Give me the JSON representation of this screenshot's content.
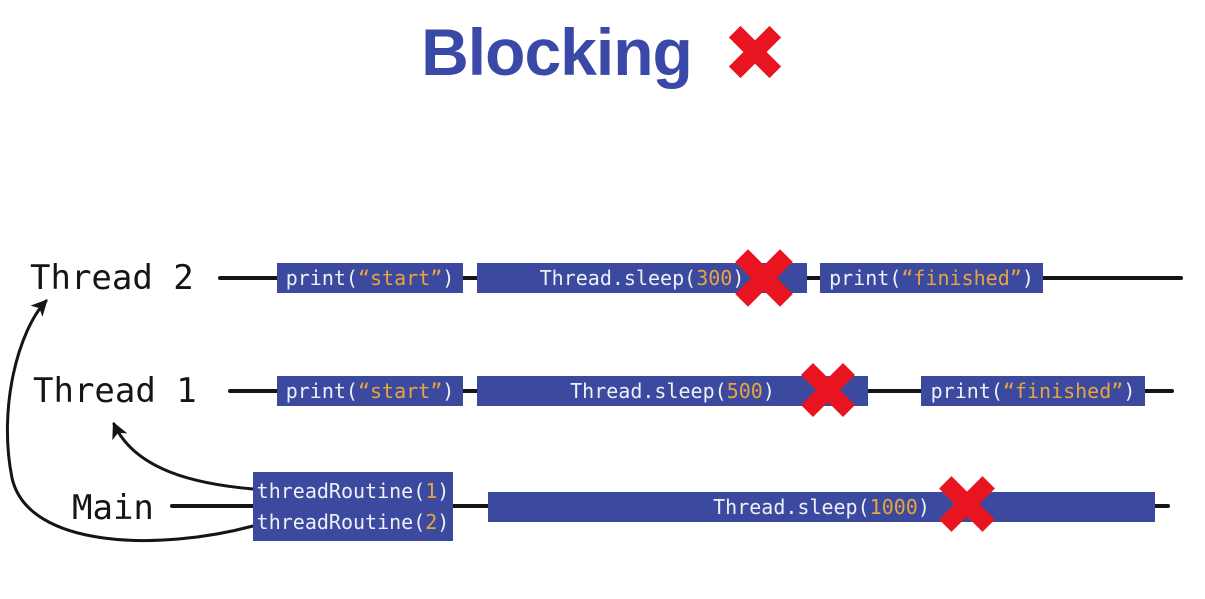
{
  "title": {
    "text": "Blocking",
    "icon": "cross-mark"
  },
  "colors": {
    "indigo": "#3a49a8",
    "box-blue": "#3b4a9f",
    "code-plain": "#eef0f7",
    "code-accent": "#e9a43e",
    "cross-red": "#e81420",
    "line-black": "#151515"
  },
  "rows": [
    {
      "label": "Thread 2",
      "start_box": {
        "parts": [
          {
            "t": "print(",
            "c": "plain"
          },
          {
            "t": "“start”",
            "c": "accent"
          },
          {
            "t": ")",
            "c": "plain"
          }
        ]
      },
      "sleep_box": {
        "parts": [
          {
            "t": "Thread.sleep(",
            "c": "plain"
          },
          {
            "t": "300",
            "c": "accent"
          },
          {
            "t": ")",
            "c": "plain"
          }
        ]
      },
      "finish_box": {
        "parts": [
          {
            "t": "print(",
            "c": "plain"
          },
          {
            "t": "“finished”",
            "c": "accent"
          },
          {
            "t": ")",
            "c": "plain"
          }
        ]
      },
      "blocked": true
    },
    {
      "label": "Thread 1",
      "start_box": {
        "parts": [
          {
            "t": "print(",
            "c": "plain"
          },
          {
            "t": "“start”",
            "c": "accent"
          },
          {
            "t": ")",
            "c": "plain"
          }
        ]
      },
      "sleep_box": {
        "parts": [
          {
            "t": "Thread.sleep(",
            "c": "plain"
          },
          {
            "t": "500",
            "c": "accent"
          },
          {
            "t": ")",
            "c": "plain"
          }
        ]
      },
      "finish_box": {
        "parts": [
          {
            "t": "print(",
            "c": "plain"
          },
          {
            "t": "“finished”",
            "c": "accent"
          },
          {
            "t": ")",
            "c": "plain"
          }
        ]
      },
      "blocked": true
    },
    {
      "label": "Main",
      "call_box": {
        "lines": [
          {
            "parts": [
              {
                "t": "threadRoutine(",
                "c": "plain"
              },
              {
                "t": "1",
                "c": "accent"
              },
              {
                "t": ")",
                "c": "plain"
              }
            ]
          },
          {
            "parts": [
              {
                "t": "threadRoutine(",
                "c": "plain"
              },
              {
                "t": "2",
                "c": "accent"
              },
              {
                "t": ")",
                "c": "plain"
              }
            ]
          }
        ]
      },
      "sleep_box": {
        "parts": [
          {
            "t": "Thread.sleep(",
            "c": "plain"
          },
          {
            "t": "1000",
            "c": "accent"
          },
          {
            "t": ")",
            "c": "plain"
          }
        ]
      },
      "blocked": true
    }
  ]
}
